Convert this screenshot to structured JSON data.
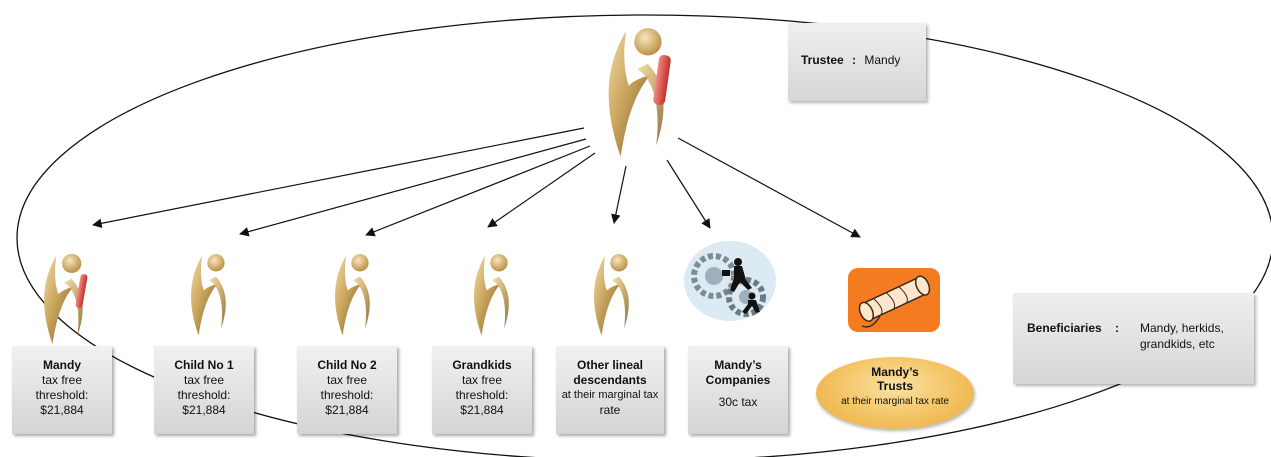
{
  "trustee": {
    "label": "Trustee",
    "separator": ":",
    "value": "Mandy"
  },
  "beneficiaries": {
    "label": "Beneficiaries",
    "separator": ":",
    "value_line1": "Mandy, herkids,",
    "value_line2": "grandkids, etc"
  },
  "recipients": [
    {
      "name": "Mandy",
      "line1": "tax free",
      "line2": "threshold:",
      "line3": "$21,884"
    },
    {
      "name": "Child No 1",
      "line1": "tax free",
      "line2": "threshold:",
      "line3": "$21,884"
    },
    {
      "name": "Child No 2",
      "line1": "tax free",
      "line2": "threshold:",
      "line3": "$21,884"
    },
    {
      "name": "Grandkids",
      "line1": "tax free",
      "line2": "threshold:",
      "line3": "$21,884"
    },
    {
      "name_line1": "Other lineal",
      "name_line2": "descendants",
      "line1": "at their marginal tax",
      "line2": "rate"
    },
    {
      "name_line1": "Mandy’s",
      "name_line2": "Companies",
      "line1": "30c tax"
    },
    {
      "name_line1": "Mandy’s",
      "name_line2": "Trusts",
      "line1": "at their marginal tax rate"
    }
  ],
  "colors": {
    "figure_gold": "#c9a45c",
    "figure_dark": "#8a6a2a",
    "red_baton": "#d9473f",
    "trust_orange": "#f3c261",
    "scroll_orange": "#f47b20",
    "box_gray": "#d4d4d4"
  },
  "icons": {
    "trustee": "gold-figure-with-baton-icon",
    "people": "gold-figure-icon",
    "companies": "business-gears-icon",
    "trusts": "scroll-document-icon"
  }
}
